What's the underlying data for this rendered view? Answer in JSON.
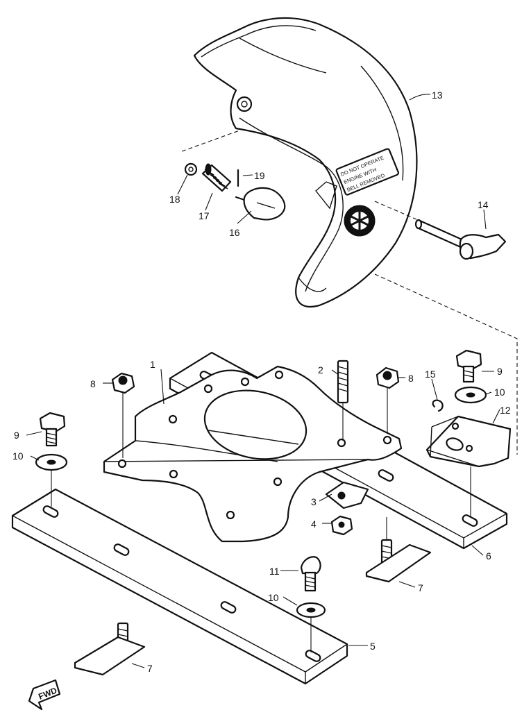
{
  "decal": {
    "line1": "DO NOT OPERATE",
    "line2": "ENGINE WITH",
    "line3": "BELL REMOVED"
  },
  "fwd_label": "FWD",
  "callouts": {
    "c1": "1",
    "c2": "2",
    "c3": "3",
    "c4": "4",
    "c5": "5",
    "c6": "6",
    "c7a": "7",
    "c7b": "7",
    "c8a": "8",
    "c8b": "8",
    "c9a": "9",
    "c9b": "9",
    "c10a": "10",
    "c10b": "10",
    "c10c": "10",
    "c11": "11",
    "c12": "12",
    "c13": "13",
    "c14": "14",
    "c15": "15",
    "c16": "16",
    "c17": "17",
    "c18": "18",
    "c19": "19"
  }
}
